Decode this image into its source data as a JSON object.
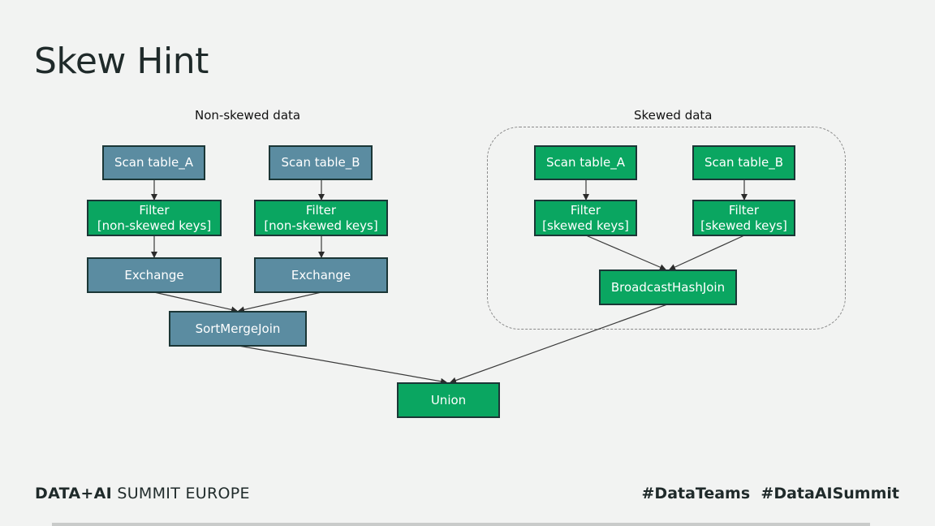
{
  "title": "Skew Hint",
  "sections": {
    "non_skewed_label": "Non-skewed data",
    "skewed_label": "Skewed data"
  },
  "nodes": {
    "scan_a_left": "Scan table_A",
    "scan_b_left": "Scan table_B",
    "filter_left_a": {
      "line1": "Filter",
      "line2": "[non-skewed keys]"
    },
    "filter_left_b": {
      "line1": "Filter",
      "line2": "[non-skewed keys]"
    },
    "exchange_a": "Exchange",
    "exchange_b": "Exchange",
    "sort_merge_join": "SortMergeJoin",
    "scan_a_right": "Scan table_A",
    "scan_b_right": "Scan table_B",
    "filter_right_a": {
      "line1": "Filter",
      "line2": "[skewed keys]"
    },
    "filter_right_b": {
      "line1": "Filter",
      "line2": "[skewed keys]"
    },
    "broadcast_hash_join": "BroadcastHashJoin",
    "union": "Union"
  },
  "footer": {
    "brand_bold": "DATA+AI",
    "brand_rest": " SUMMIT EUROPE",
    "hashtags": "#DataTeams  #DataAISummit"
  },
  "colors": {
    "background": "#f2f3f2",
    "non_skewed_node": "#5b8ca1",
    "skewed_node": "#0aa661",
    "node_border": "#1b3636"
  }
}
